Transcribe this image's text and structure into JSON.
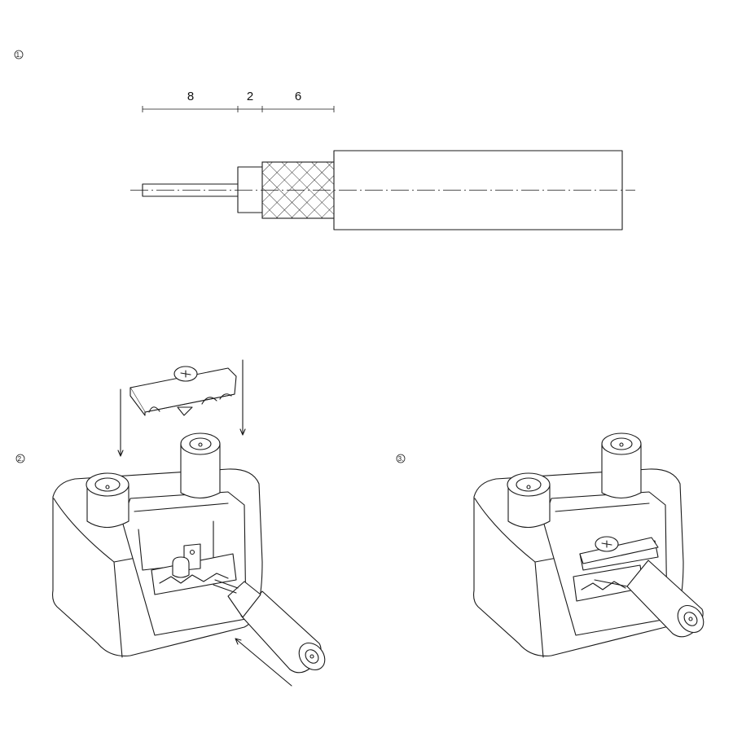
{
  "steps": {
    "step1": "1.",
    "step2": "2.",
    "step3": "3."
  },
  "dimensions": {
    "d1": "8",
    "d2": "2",
    "d3": "6"
  }
}
